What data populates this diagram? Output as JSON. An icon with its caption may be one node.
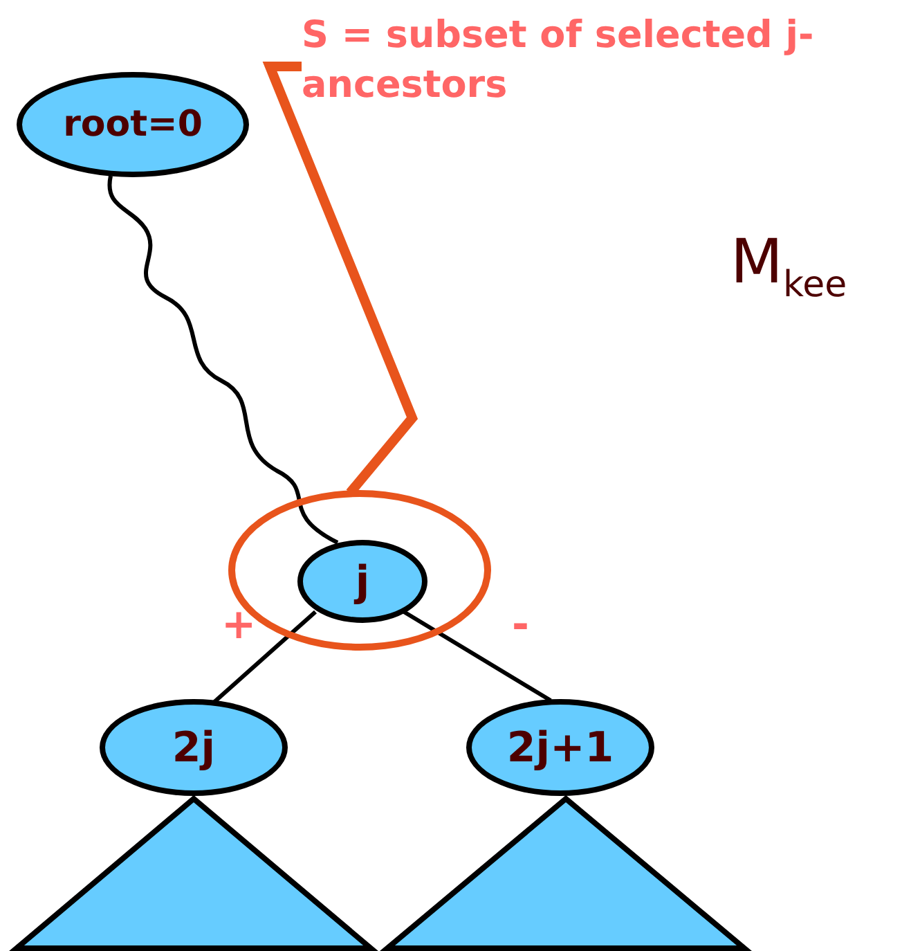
{
  "diagram": {
    "nodes": [
      {
        "text": [
          "root=0"
        ]
      },
      {
        "text": [
          "S = subset of selected j-ancestors"
        ]
      },
      {
        "text": [],
        "shape": "circle"
      },
      {
        "text": [
          "j"
        ],
        "in": 2
      },
      {
        "text": [
          "2j"
        ]
      },
      {
        "text": [
          "2j+1"
        ]
      },
      {
        "text": [],
        "shape": "triangle"
      },
      {
        "text": [],
        "shape": "triangle"
      }
    ],
    "edges": [
      {
        "from": 0,
        "to": 3,
        "arrow": "none"
      },
      {
        "from": 1,
        "to": 2,
        "arrow": "none",
        "style": "thick",
        "color": "#e8541c"
      },
      {
        "from": 3,
        "to": 4,
        "arrow": "none",
        "label": "+"
      },
      {
        "from": 3,
        "to": 5,
        "arrow": "none",
        "label": "-"
      }
    ],
    "labels": [
      "M$_{kee}$"
    ]
  }
}
